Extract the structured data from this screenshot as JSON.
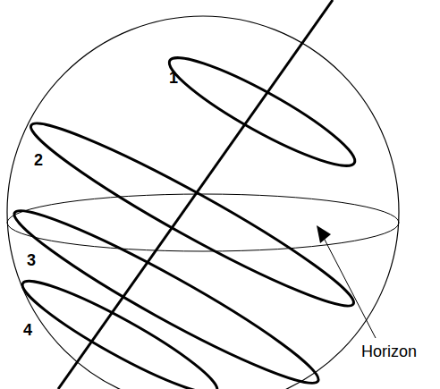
{
  "diagram": {
    "labels": [
      "1",
      "2",
      "3",
      "4",
      "Horizon"
    ]
  }
}
